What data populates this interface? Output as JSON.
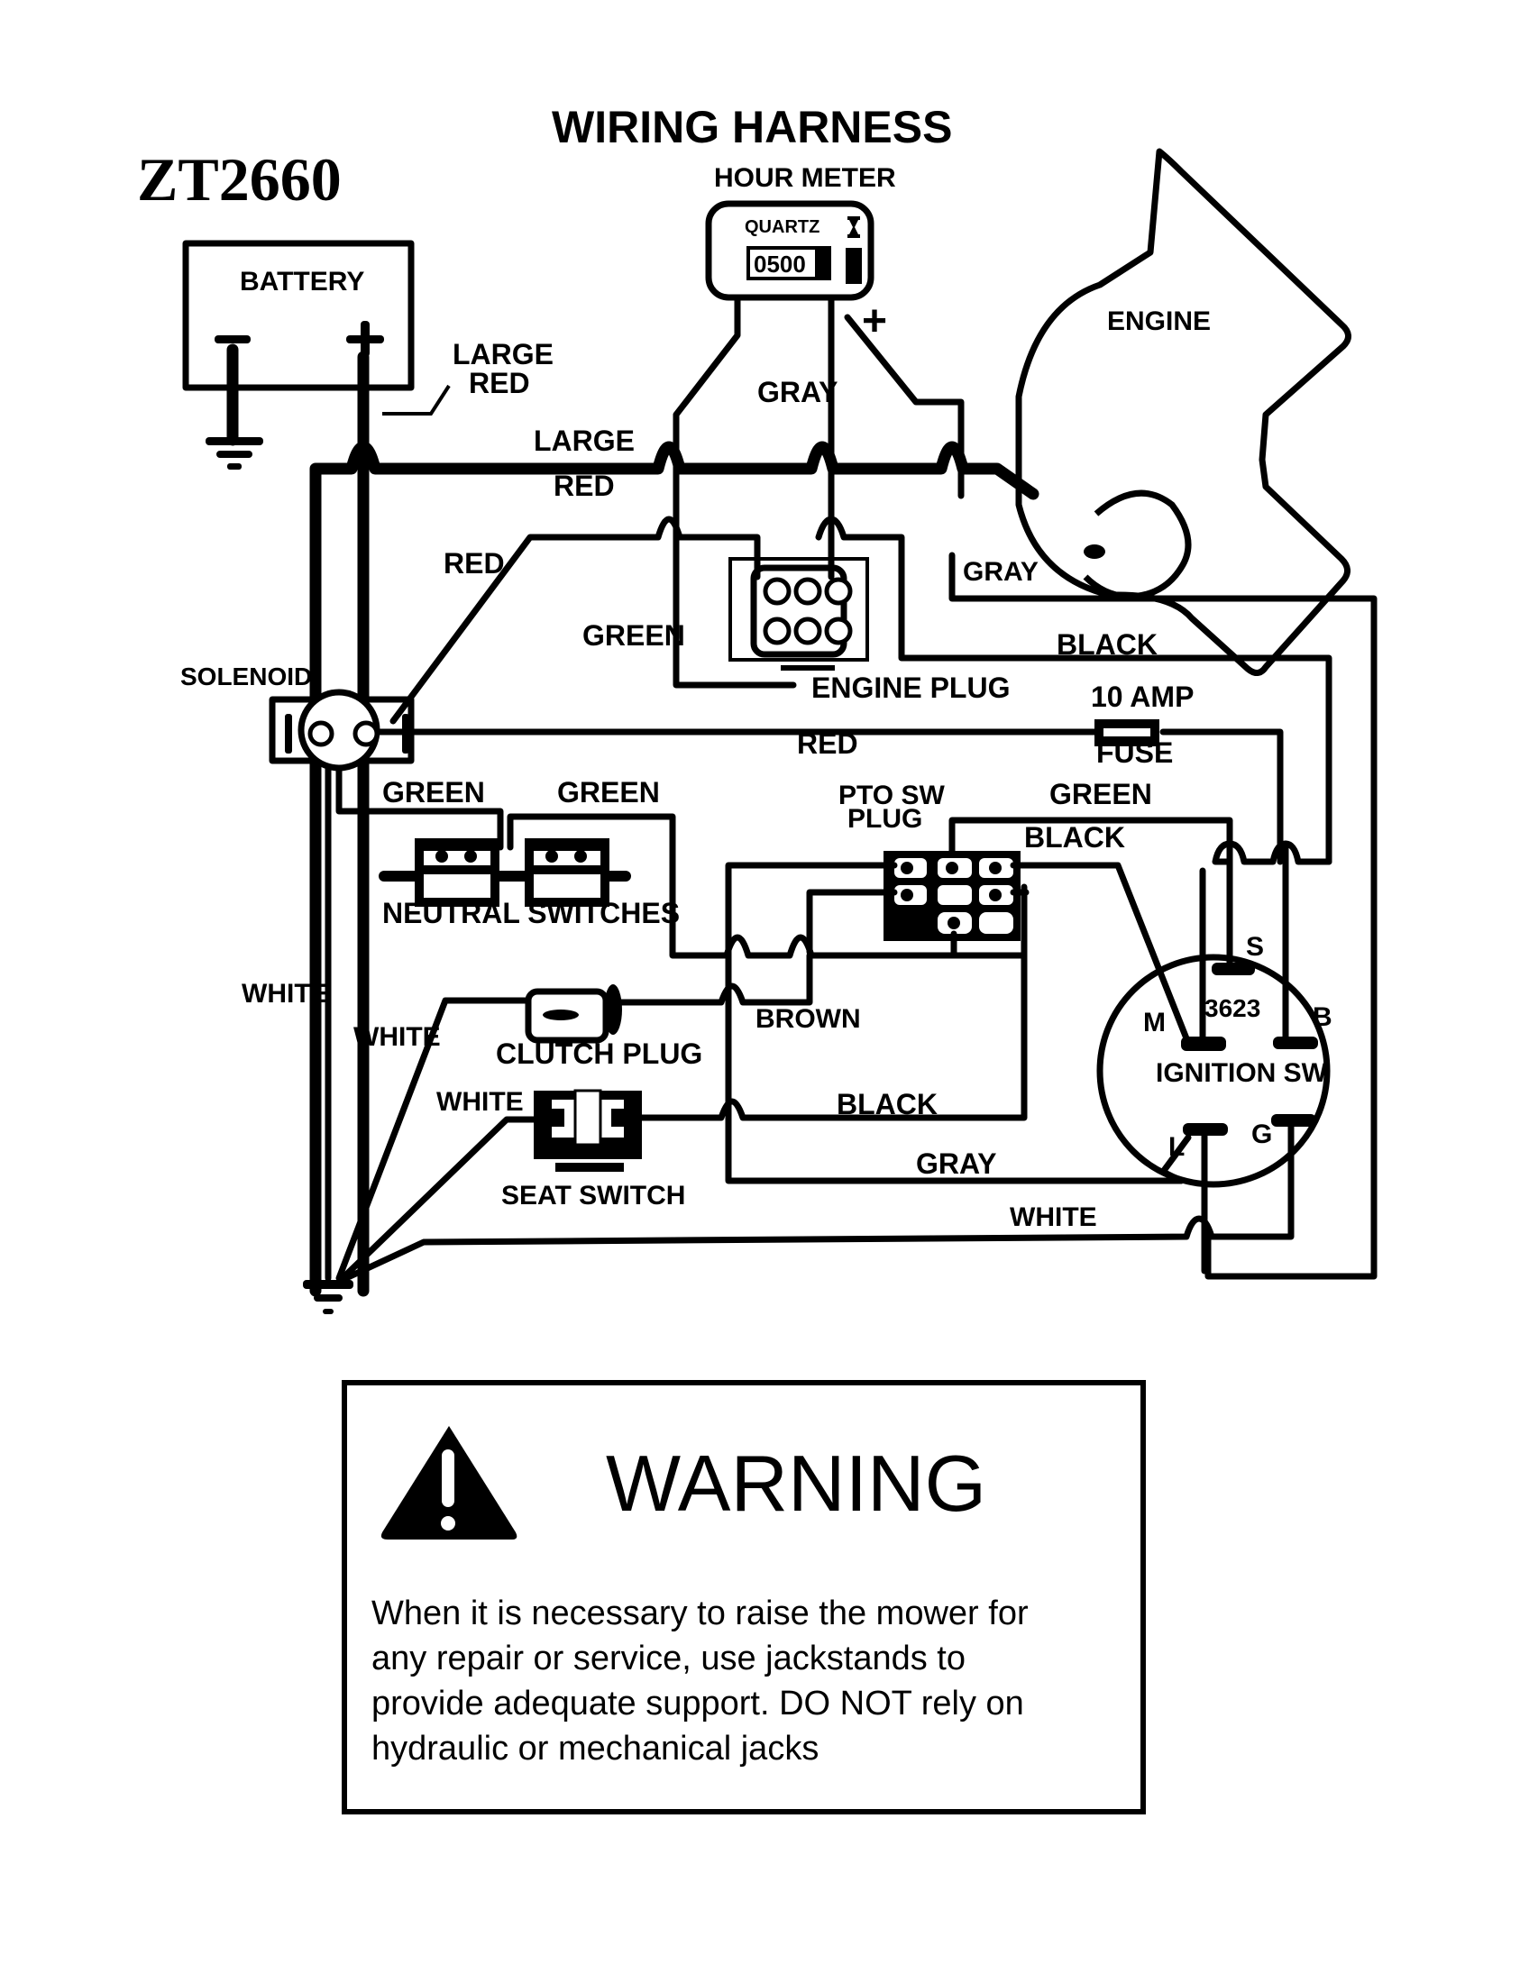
{
  "header": {
    "model": "ZT2660",
    "title": "WIRING HARNESS"
  },
  "components": {
    "hour_meter": {
      "label": "HOUR METER",
      "brand": "QUARTZ",
      "reading": "0500",
      "terminal": "+"
    },
    "battery": {
      "label": "BATTERY",
      "negative": "−",
      "positive": "+"
    },
    "engine": {
      "label": "ENGINE"
    },
    "engine_plug": {
      "label": "ENGINE PLUG"
    },
    "solenoid": {
      "label": "SOLENOID"
    },
    "fuse": {
      "rating": "10 AMP",
      "label": "FUSE"
    },
    "neutral_switches": {
      "label": "NEUTRAL SWITCHES"
    },
    "pto_plug": {
      "label_line1": "PTO SW",
      "label_line2": "PLUG"
    },
    "clutch_plug": {
      "label": "CLUTCH PLUG"
    },
    "seat_switch": {
      "label": "SEAT SWITCH"
    },
    "ignition_switch": {
      "label": "IGNITION SW",
      "part_number": "3623",
      "terminals": {
        "s": "S",
        "m": "M",
        "b": "B",
        "l": "L",
        "g": "G"
      }
    }
  },
  "wire_labels": {
    "large_red_battery_line1": "LARGE",
    "large_red_battery_line2": "RED",
    "large_red_main_line1": "LARGE",
    "large_red_main_line2": "RED",
    "gray_meter": "GRAY",
    "gray_engine": "GRAY",
    "red_solenoid": "RED",
    "green_engine_plug": "GREEN",
    "black_engine_plug": "BLACK",
    "red_fuse": "RED",
    "green_neutral_left": "GREEN",
    "green_neutral_right": "GREEN",
    "green_pto": "GREEN",
    "black_pto": "BLACK",
    "white_ground": "WHITE",
    "white_clutch": "WHITE",
    "white_seat": "WHITE",
    "brown": "BROWN",
    "black_seat": "BLACK",
    "gray_bottom": "GRAY",
    "white_bottom": "WHITE"
  },
  "warning": {
    "title": "WARNING",
    "lines": [
      "When it is necessary to raise the mower for",
      "any repair or service, use jackstands to",
      "provide adequate support.  DO NOT rely on",
      "hydraulic or mechanical jacks"
    ]
  }
}
